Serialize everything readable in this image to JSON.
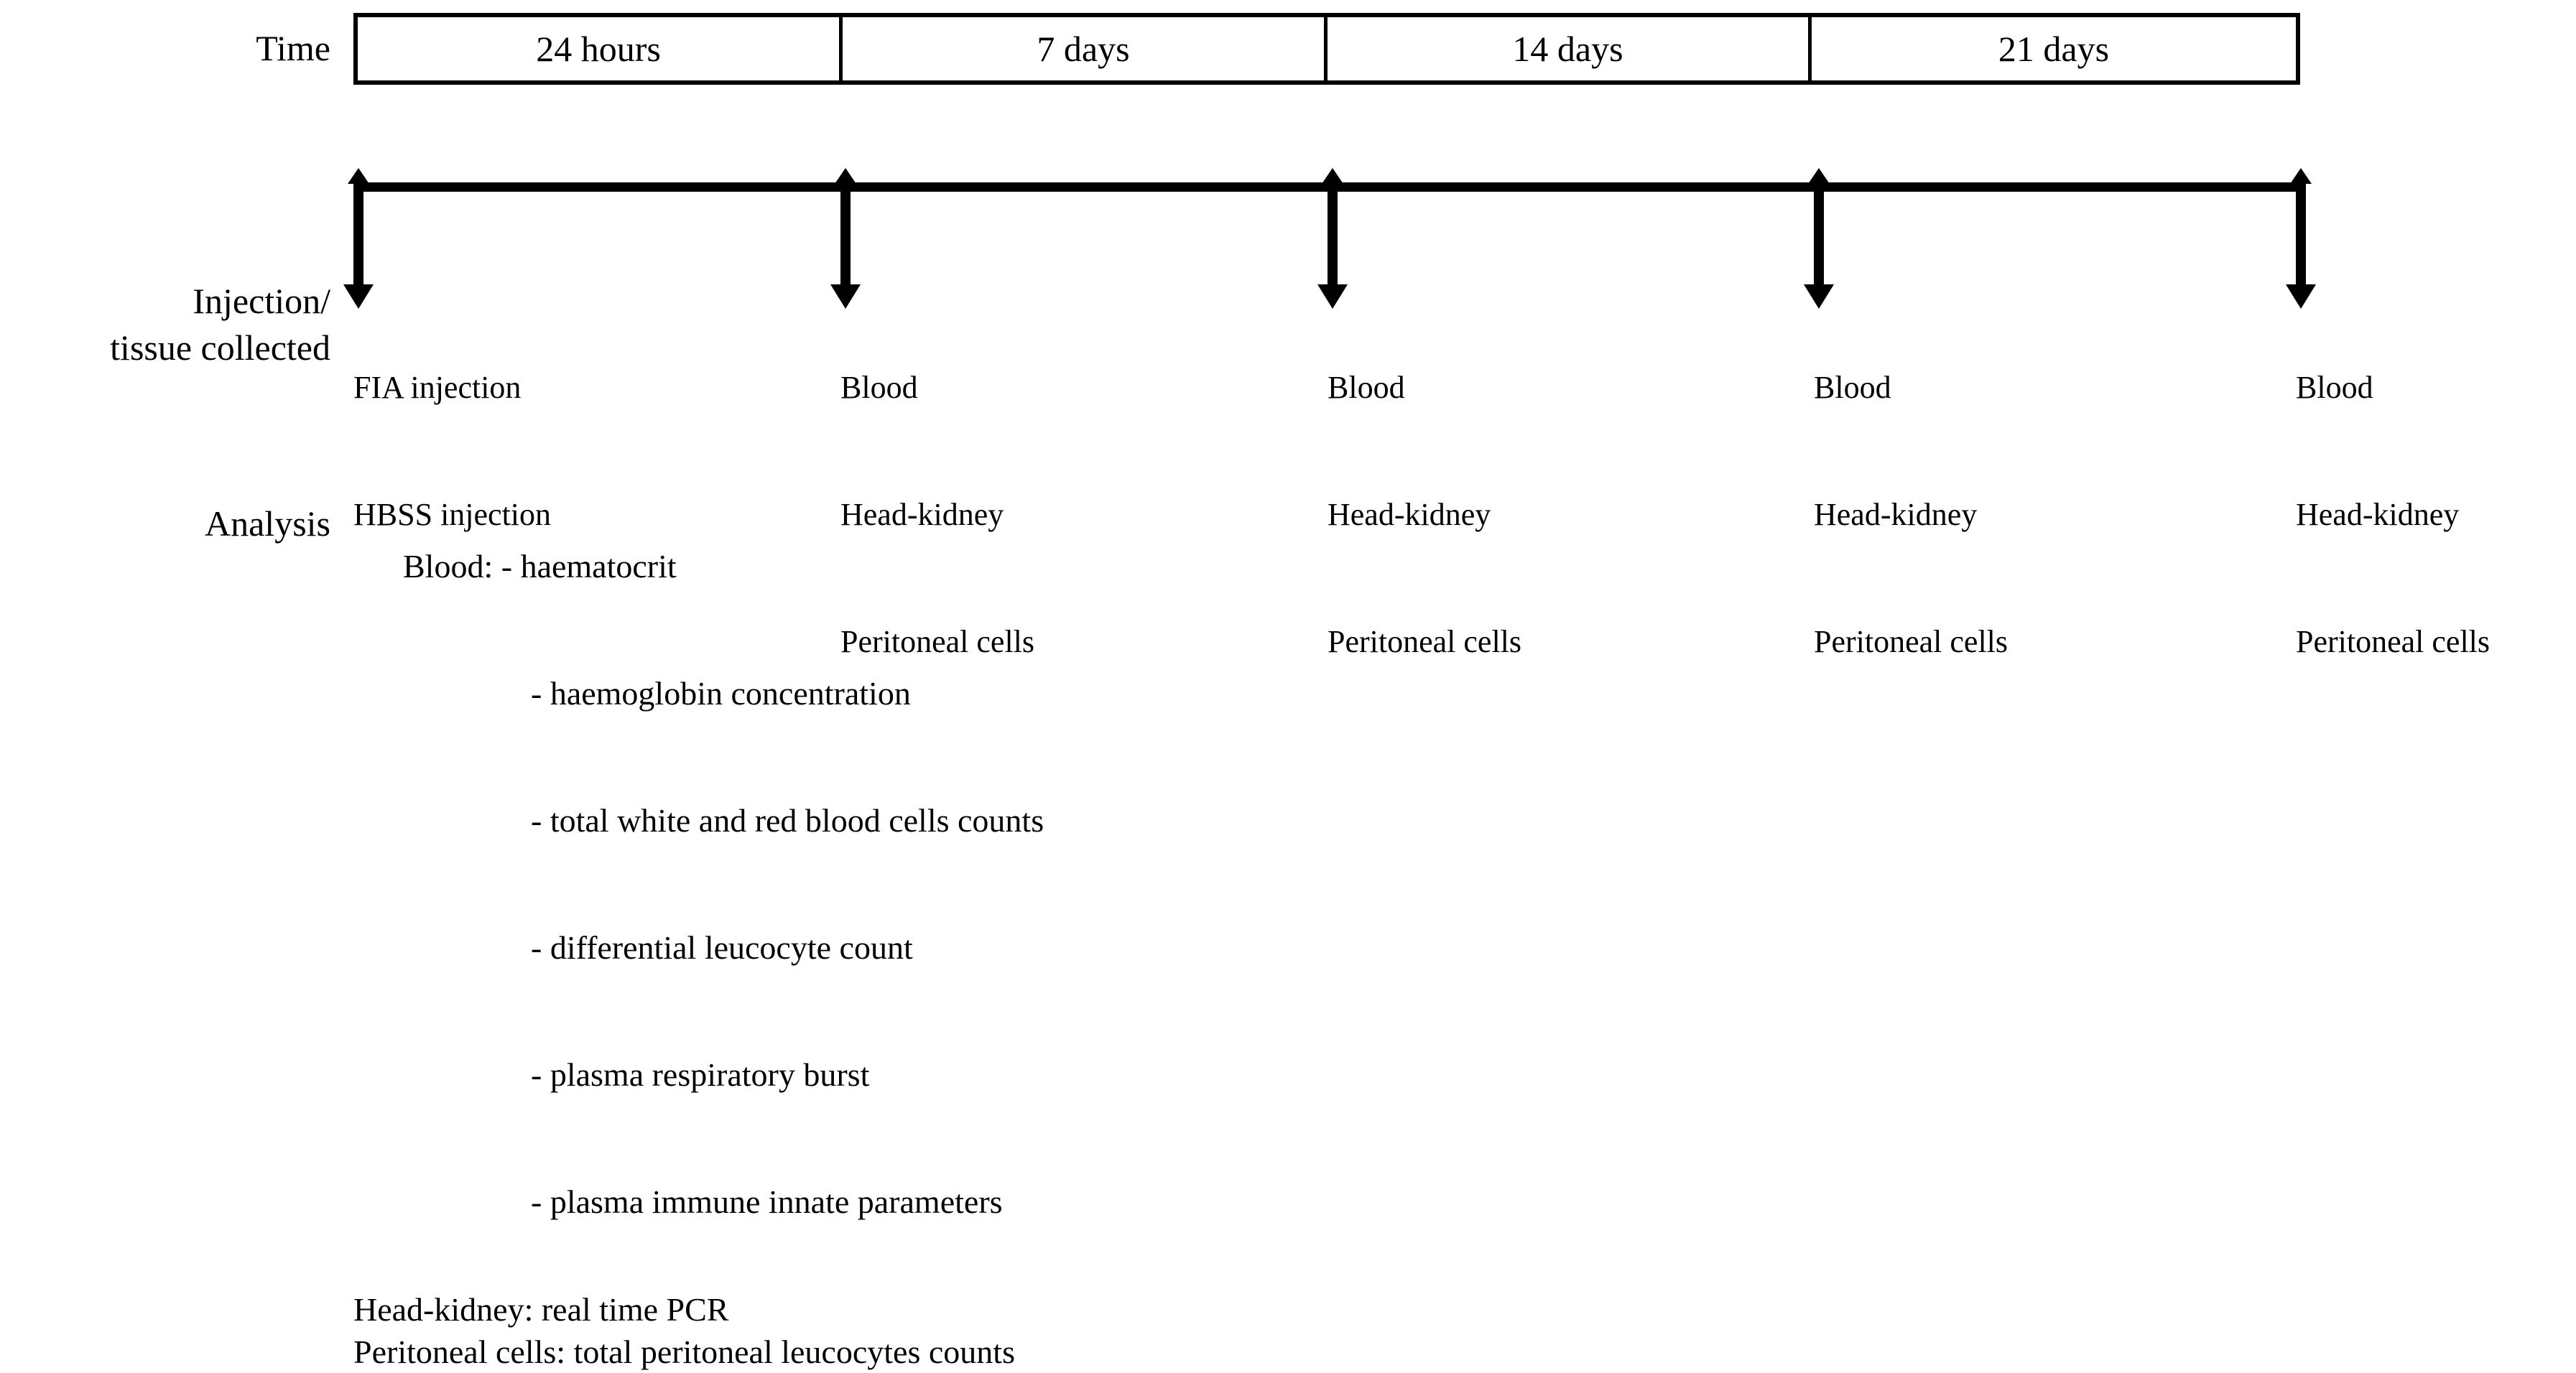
{
  "figure": {
    "type": "experimental-timeline",
    "row_labels": {
      "time": "Time",
      "injection_tissue_line1": "Injection/",
      "injection_tissue_line2": "tissue collected",
      "analysis": "Analysis"
    },
    "timeline": {
      "periods": [
        {
          "label": "24 hours"
        },
        {
          "label": "7 days"
        },
        {
          "label": "14 days"
        },
        {
          "label": "21 days"
        }
      ],
      "timepoints": [
        {
          "index": 0,
          "marker": "diamond-up-arrow-down",
          "items": [
            "FIA injection",
            "HBSS injection"
          ]
        },
        {
          "index": 1,
          "marker": "diamond-up-arrow-down",
          "items": [
            "Blood",
            "Head-kidney",
            "Peritoneal cells"
          ]
        },
        {
          "index": 2,
          "marker": "diamond-up-arrow-down",
          "items": [
            "Blood",
            "Head-kidney",
            "Peritoneal cells"
          ]
        },
        {
          "index": 3,
          "marker": "diamond-up-arrow-down",
          "items": [
            "Blood",
            "Head-kidney",
            "Peritoneal cells"
          ]
        },
        {
          "index": 4,
          "marker": "diamond-up-arrow-down",
          "items": [
            "Blood",
            "Head-kidney",
            "Peritoneal cells"
          ]
        }
      ]
    },
    "analysis": {
      "blood_heading": "Blood:",
      "blood_items": [
        "- haematocrit",
        "- haemoglobin concentration",
        "- total white and red blood cells counts",
        "- differential leucocyte count",
        "- plasma respiratory burst",
        "- plasma immune innate parameters"
      ],
      "tail_lines": [
        "Head-kidney: real time PCR",
        "Peritoneal cells: total peritoneal leucocytes counts"
      ]
    },
    "colors": {
      "ink": "#000000",
      "background": "#ffffff"
    }
  }
}
